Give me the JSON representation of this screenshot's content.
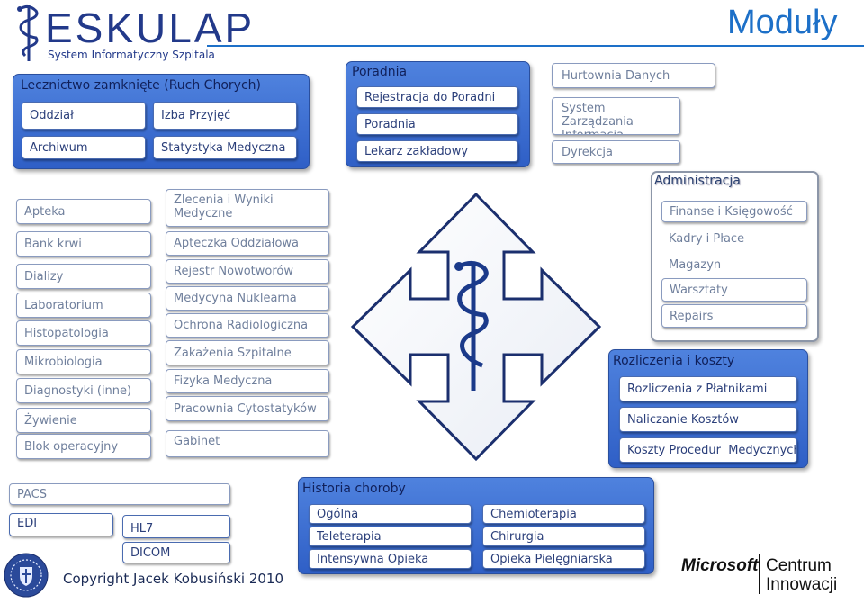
{
  "header": {
    "logo_name": "ESKULAP",
    "logo_subtitle": "System Informatyczny Szpitala",
    "title": "Moduły"
  },
  "lecznictwo": {
    "title": "Lecznictwo zamknięte (Ruch Chorych)",
    "items": [
      "Oddział",
      "Izba Przyjęć",
      "Archiwum",
      "Statystyka Medyczna"
    ]
  },
  "poradnia": {
    "title": "Poradnia",
    "items": [
      "Rejestracja do Poradni",
      "Poradnia",
      "Lekarz zakładowy"
    ]
  },
  "top_right": {
    "items": [
      "Hurtownia Danych",
      "System Zarządzania Informacją",
      "Dyrekcja"
    ]
  },
  "left_column": {
    "items": [
      "Apteka",
      "Bank krwi",
      "Dializy",
      "Laboratorium",
      "Histopatologia",
      "Mikrobiologia",
      "Diagnostyki (inne)",
      "Żywienie",
      "Blok operacyjny"
    ]
  },
  "middle_column": {
    "items": [
      "Zlecenia i Wyniki Medyczne",
      "Apteczka Oddziałowa",
      "Rejestr Nowotworów",
      "Medycyna Nuklearna",
      "Ochrona Radiologiczna",
      "Zakażenia Szpitalne",
      "Fizyka Medyczna",
      "Pracownia Cytostatyków",
      "Gabinet"
    ]
  },
  "administracja": {
    "title": "Administracja",
    "items": [
      "Finanse i Księgowość",
      "Kadry i Płace",
      "Magazyn",
      "Warsztaty",
      "Repairs"
    ]
  },
  "rozliczenia": {
    "title": "Rozliczenia i koszty",
    "items": [
      "Rozliczenia z Płatnikami",
      "Naliczanie Kosztów",
      "Koszty Procedur  Medycznych"
    ]
  },
  "bottom_left": {
    "items": [
      "PACS",
      "EDI",
      "HL7",
      "DICOM"
    ]
  },
  "historia": {
    "title": "Historia choroby",
    "items": [
      "Ogólna",
      "Chemioterapia",
      "Teleterapia",
      "Chirurgia",
      "Intensywna Opieka",
      "Opieka Pielęgniarska"
    ]
  },
  "footer": {
    "copyright": "Copyright Jacek Kobusiński 2010",
    "partner_brand": "Microsoft",
    "partner_line1": "Centrum",
    "partner_line2": "Innowacji"
  },
  "colors": {
    "panel_blue": "#3a6bd0",
    "title_blue": "#1d70c8",
    "text_navy": "#22398a"
  },
  "icons": [
    "caduceus-icon",
    "four-way-arrow-icon",
    "seal-icon"
  ]
}
